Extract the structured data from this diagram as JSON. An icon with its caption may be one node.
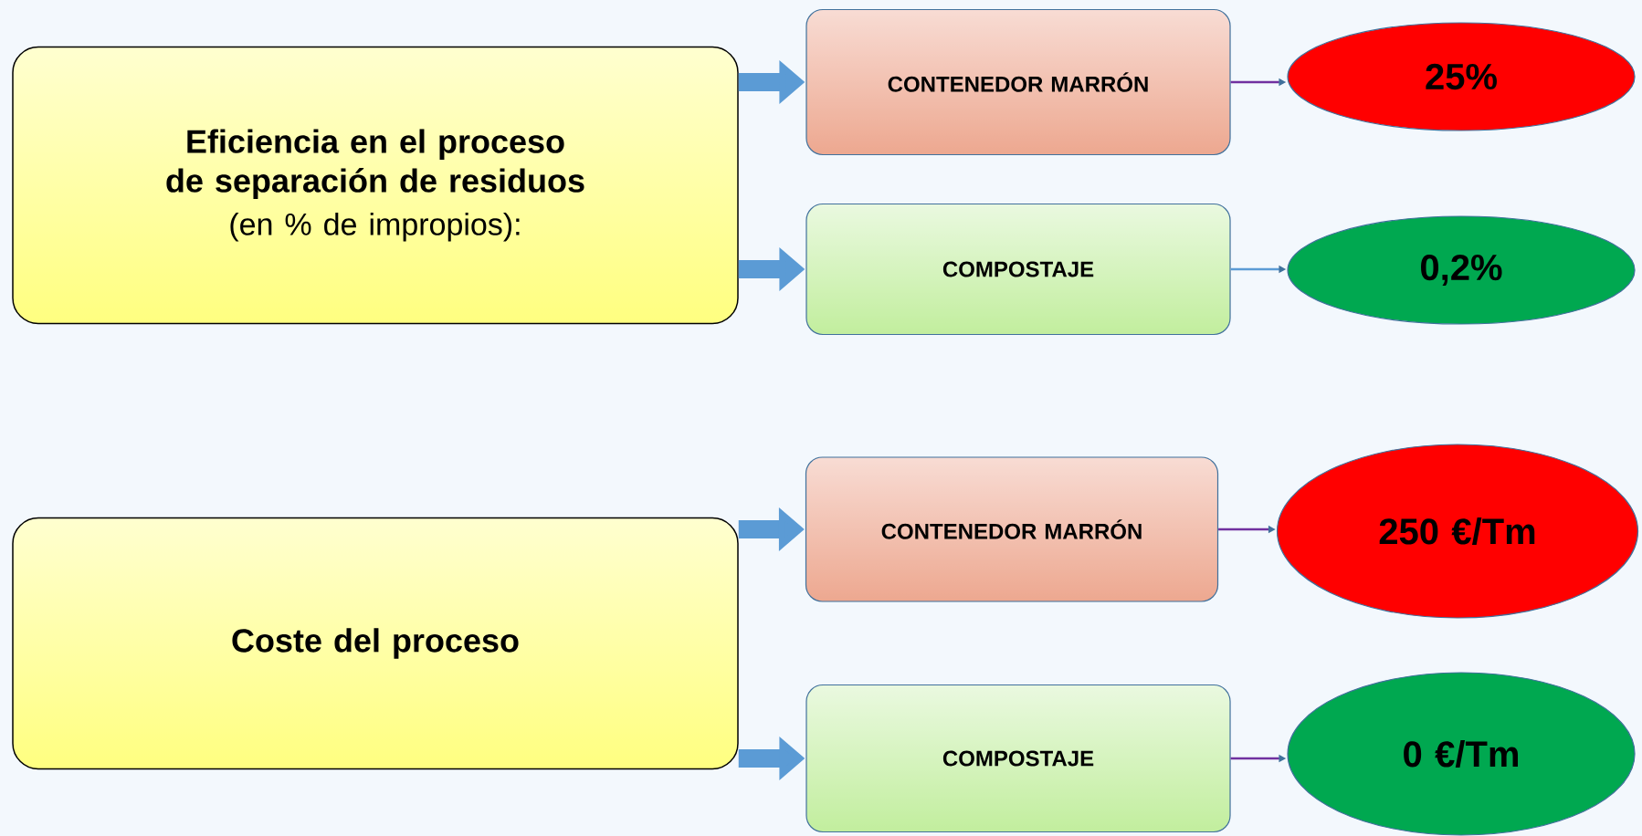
{
  "diagram": {
    "nodes": [
      {
        "text": [
          "Eficiencia en el proceso de separación de residuos",
          "(en % de impropios):"
        ]
      },
      {
        "text": [
          "CONTENEDOR MARRÓN"
        ]
      },
      {
        "text": [
          "25%"
        ]
      },
      {
        "text": [
          "COMPOSTAJE"
        ]
      },
      {
        "text": [
          "0,2%"
        ]
      },
      {
        "text": [
          "Coste del proceso"
        ]
      },
      {
        "text": [
          "CONTENEDOR MARRÓN"
        ]
      },
      {
        "text": [
          "250 €/Tm"
        ]
      },
      {
        "text": [
          "COMPOSTAJE"
        ]
      },
      {
        "text": [
          "0 €/Tm"
        ]
      }
    ],
    "edges": [
      {
        "from": 0,
        "to": 1,
        "arrow": "to",
        "style": "thick",
        "color": "#5b9bd5"
      },
      {
        "from": 0,
        "to": 3,
        "arrow": "to",
        "style": "thick",
        "color": "#5b9bd5"
      },
      {
        "from": 1,
        "to": 2,
        "arrow": "to",
        "color": "#7030a0"
      },
      {
        "from": 3,
        "to": 4,
        "arrow": "to",
        "color": "#5b9bd5"
      },
      {
        "from": 5,
        "to": 6,
        "arrow": "to",
        "style": "thick",
        "color": "#5b9bd5"
      },
      {
        "from": 5,
        "to": 8,
        "arrow": "to",
        "style": "thick",
        "color": "#5b9bd5"
      },
      {
        "from": 6,
        "to": 7,
        "arrow": "to",
        "color": "#7030a0"
      },
      {
        "from": 8,
        "to": 9,
        "arrow": "to",
        "color": "#7030a0"
      }
    ]
  }
}
